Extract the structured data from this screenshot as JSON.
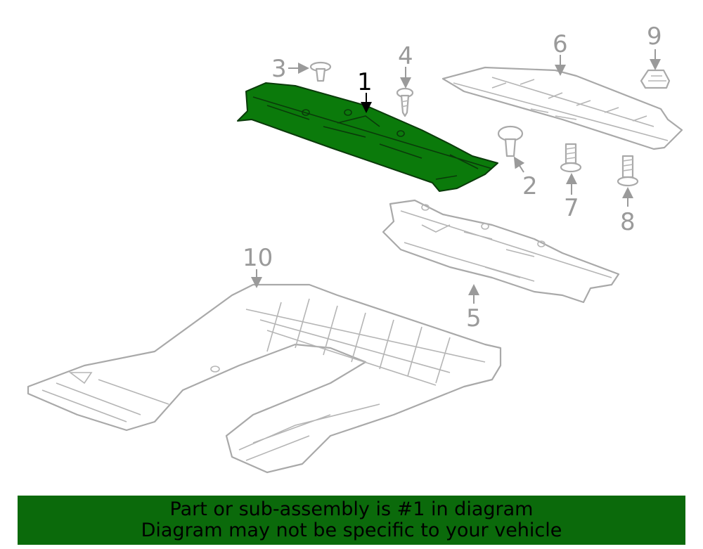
{
  "diagram": {
    "callouts": {
      "c1": "1",
      "c2": "2",
      "c3": "3",
      "c4": "4",
      "c5": "5",
      "c6": "6",
      "c7": "7",
      "c8": "8",
      "c9": "9",
      "c10": "10"
    },
    "highlighted_part": "1",
    "colors": {
      "highlight_fill": "#0b7a0b",
      "part_outline": "#a9a9a9",
      "callout_text": "#9a9a9a",
      "banner_background": "#0b6a0b"
    }
  },
  "banner": {
    "line1": "Part or sub-assembly is #1 in diagram",
    "line2": "Diagram may not be specific to your vehicle"
  }
}
